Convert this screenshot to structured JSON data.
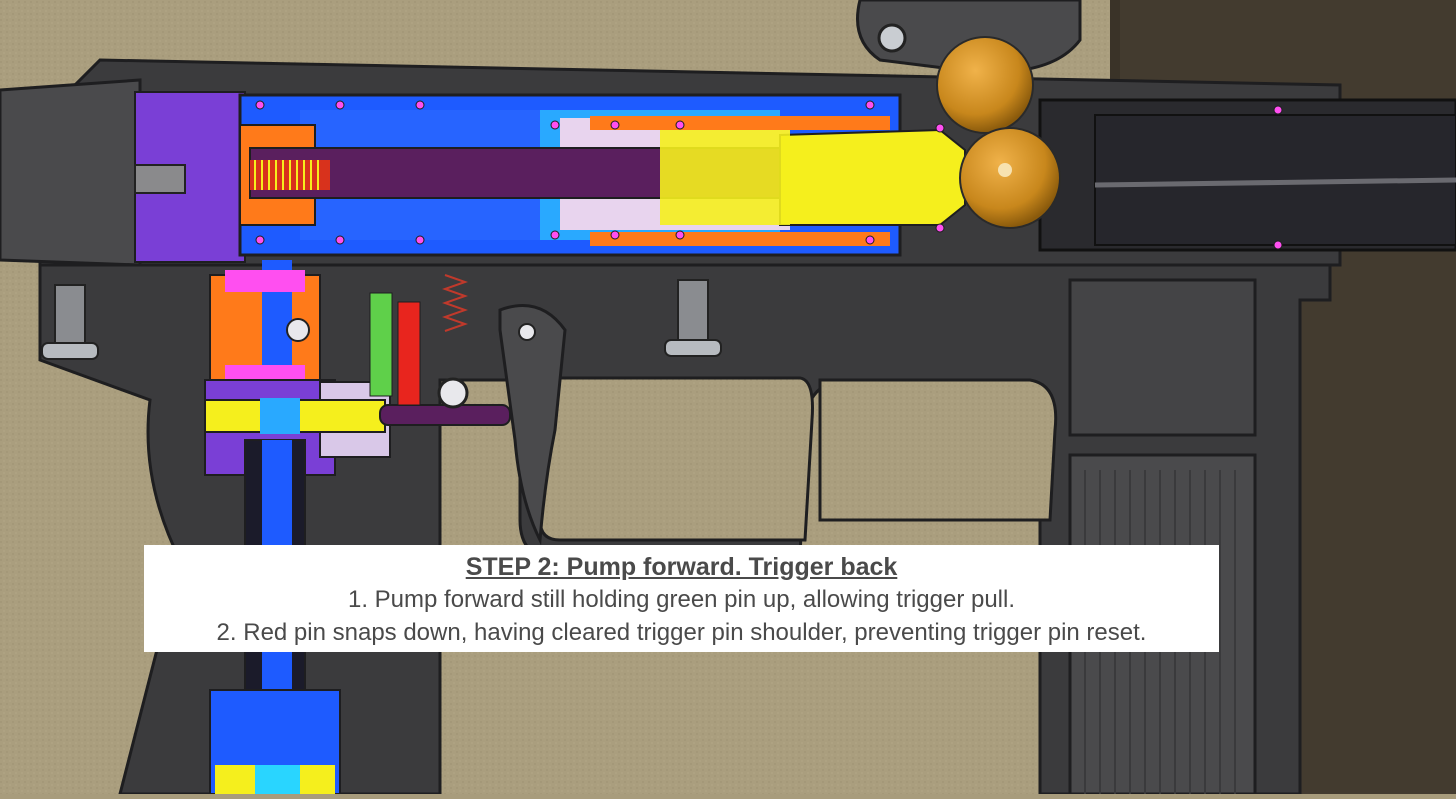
{
  "caption": {
    "title": "STEP 2: Pump forward. Trigger back",
    "lines": [
      "1. Pump forward still holding green pin up, allowing trigger pull.",
      "2. Red pin snaps down, having cleared trigger pin shoulder, preventing trigger pin reset."
    ]
  },
  "colors": {
    "background": "#a89c7c",
    "body": "#3b3b3d",
    "body_dark": "#2a2a2c",
    "chamber_blue": "#1e5bff",
    "light_blue": "#29a9ff",
    "purple": "#7a3fd6",
    "dark_purple": "#5a1f5e",
    "orange": "#ff7a1a",
    "yellow": "#f5ef1d",
    "paintball": "#c8871c",
    "green_pin": "#5fd04a",
    "red_pin": "#e8251e",
    "pink_dot": "#ff4ff0"
  }
}
